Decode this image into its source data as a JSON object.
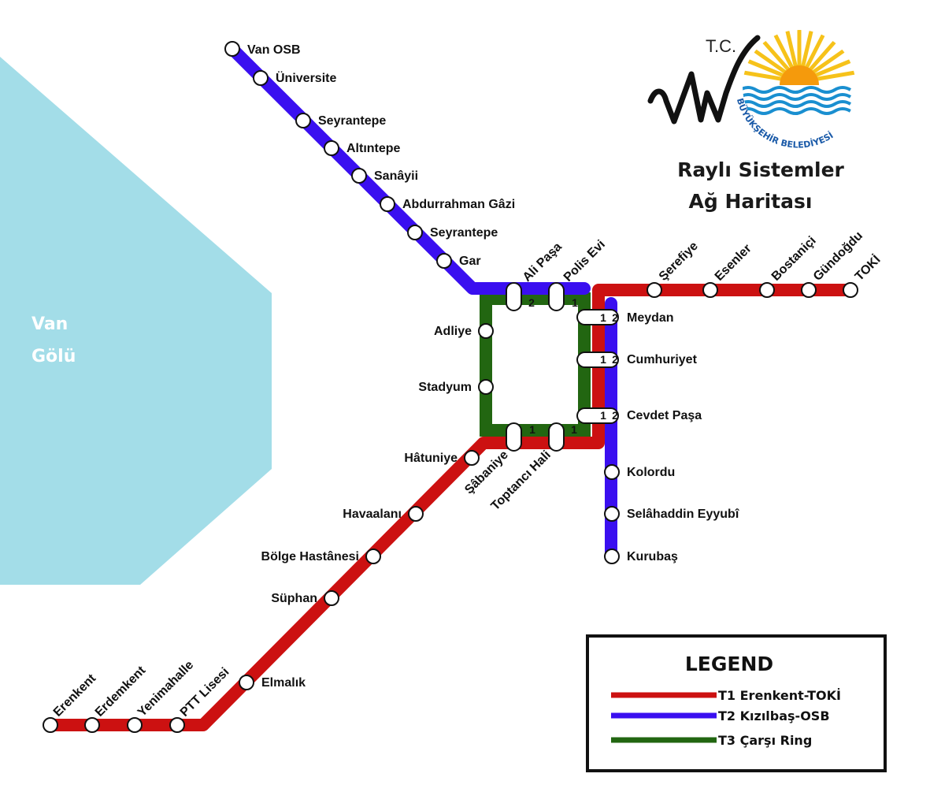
{
  "title": {
    "line1": "Raylı Sistemler",
    "line2": "Ağ Haritası"
  },
  "lake": {
    "line1": "Van",
    "line2": "Gölü"
  },
  "logo": {
    "tc": "T.C.",
    "arc": "BÜYÜKŞEHİR BELEDİYESİ",
    "wordmark": "VAN"
  },
  "colors": {
    "t1": "#cc1111",
    "t2": "#3a0ff0",
    "t3": "#226611",
    "lake": "#a3dde8"
  },
  "stations": {
    "van_osb": "Van OSB",
    "universite": "Üniversite",
    "seyrantepe_1": "Seyrantepe",
    "altintepe": "Altıntepe",
    "sanayii": "Sanâyii",
    "abdurrahman_gazi": "Abdurrahman Gâzi",
    "seyrantepe_2": "Seyrantepe",
    "gar": "Gar",
    "ali_pasa": "Ali Paşa",
    "polis_evi": "Polis Evi",
    "serefiye": "Şerefiye",
    "esenler": "Esenler",
    "bostanici": "Bostaniçi",
    "gundogdu": "Gündoğdu",
    "toki": "TOKİ",
    "meydan": "Meydan",
    "cumhuriyet": "Cumhuriyet",
    "cevdet_pasa": "Cevdet Paşa",
    "kolordu": "Kolordu",
    "selahaddin": "Selâhaddin Eyyubî",
    "kurubas": "Kurubaş",
    "adliye": "Adliye",
    "stadyum": "Stadyum",
    "hatuniye": "Hâtuniye",
    "sabaniye": "Şâbaniye",
    "toptanci_hali": "Toptancı Hali",
    "havaalani": "Havaalanı",
    "bolge_hastanesi": "Bölge Hastânesi",
    "suphan": "Süphan",
    "elmalik": "Elmalık",
    "erenkent": "Erenkent",
    "erdemkent": "Erdemkent",
    "yenimahalle": "Yenimahalle",
    "ptt_lisesi": "PTT Lisesi"
  },
  "transfers": {
    "ali_pasa": "2",
    "polis_evi": "1",
    "sabaniye": "1",
    "toptanci": "1",
    "one": "1",
    "two": "2"
  },
  "legend": {
    "title": "LEGEND",
    "items": [
      {
        "label": "T1 Erenkent-TOKİ",
        "color": "#cc1111"
      },
      {
        "label": "T2 Kızılbaş-OSB",
        "color": "#3a0ff0"
      },
      {
        "label": "T3 Çarşı Ring",
        "color": "#226611"
      }
    ]
  }
}
